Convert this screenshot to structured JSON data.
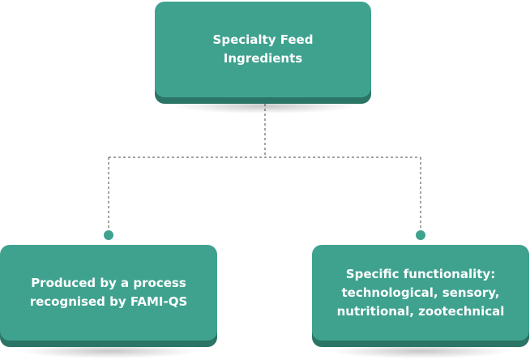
{
  "diagram": {
    "root": {
      "label": "Specialty Feed\nIngredients"
    },
    "children": [
      {
        "label": "Produced by a process\nrecognised by FAMI-QS"
      },
      {
        "label": "Specific functionality:\ntechnological, sensory,\nnutritional, zootechnical"
      }
    ]
  },
  "colors": {
    "node_fill": "#3fa28f",
    "node_edge": "#2b7566",
    "connector": "#4a4a4a",
    "dot": "#3fa28f"
  }
}
